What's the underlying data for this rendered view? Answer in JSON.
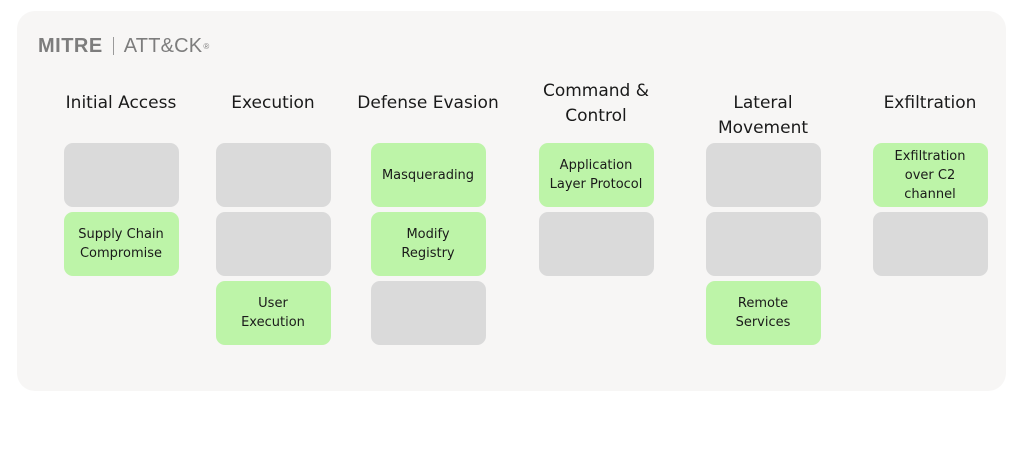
{
  "logo": {
    "left": "MITRE",
    "right": "ATT&CK",
    "mark": "®"
  },
  "columns": [
    {
      "title": "Initial Access",
      "cards": [
        {
          "label": "",
          "state": "empty"
        },
        {
          "label": "Supply Chain\nCompromise",
          "state": "filled"
        }
      ]
    },
    {
      "title": "Execution",
      "cards": [
        {
          "label": "",
          "state": "empty"
        },
        {
          "label": "",
          "state": "empty"
        },
        {
          "label": "User\nExecution",
          "state": "filled"
        }
      ]
    },
    {
      "title": "Defense Evasion",
      "cards": [
        {
          "label": "Masquerading",
          "state": "filled"
        },
        {
          "label": "Modify\nRegistry",
          "state": "filled"
        },
        {
          "label": "",
          "state": "empty"
        }
      ]
    },
    {
      "title": "Command &\nControl",
      "cards": [
        {
          "label": "Application\nLayer Protocol",
          "state": "filled"
        },
        {
          "label": "",
          "state": "empty"
        }
      ]
    },
    {
      "title": "Lateral Movement",
      "cards": [
        {
          "label": "",
          "state": "empty"
        },
        {
          "label": "",
          "state": "empty"
        },
        {
          "label": "Remote\nServices",
          "state": "filled"
        }
      ]
    },
    {
      "title": "Exfiltration",
      "cards": [
        {
          "label": "Exfiltration\nover C2\nchannel",
          "state": "filled"
        },
        {
          "label": "",
          "state": "empty"
        }
      ]
    }
  ],
  "colors": {
    "panel": "#f7f6f5",
    "empty_card": "#dadada",
    "filled_card": "#bdf4a8",
    "logo": "#7d7d7d"
  }
}
